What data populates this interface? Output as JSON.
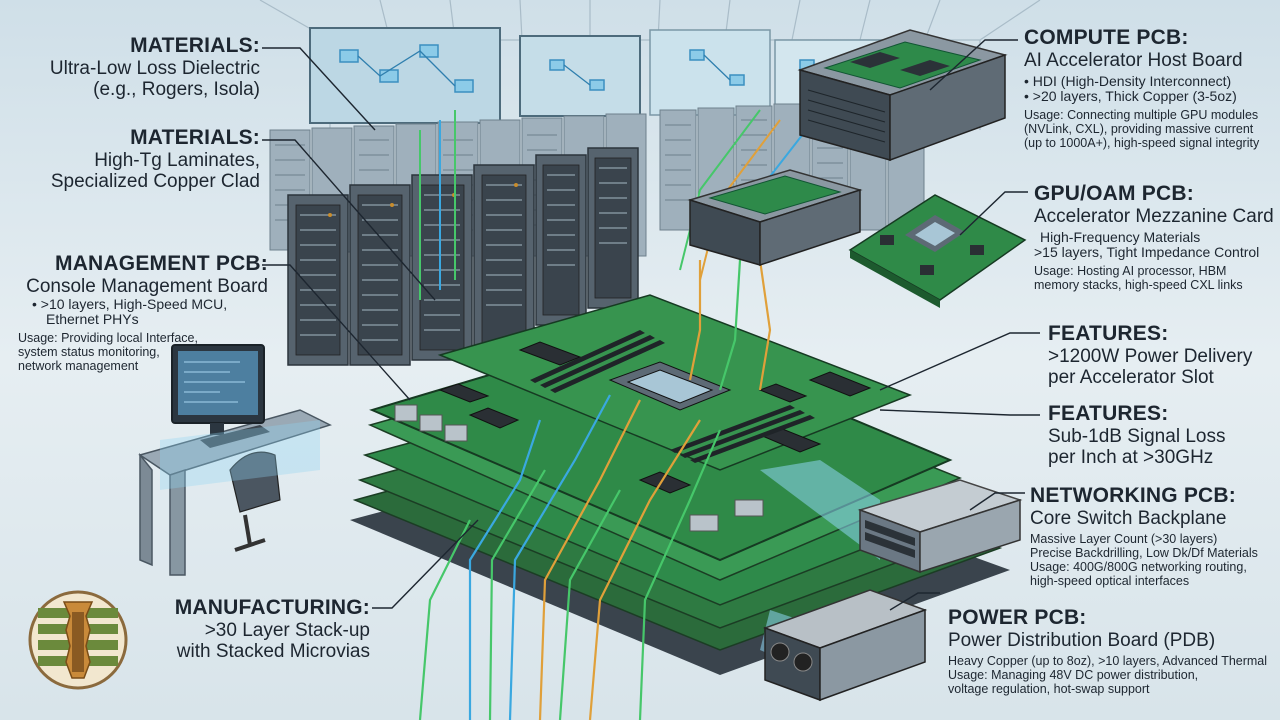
{
  "materials_1": {
    "title": "MATERIALS:",
    "subtitle": "Ultra-Low Loss Dielectric",
    "detail": "(e.g., Rogers, Isola)"
  },
  "materials_2": {
    "title": "MATERIALS:",
    "subtitle": "High-Tg Laminates,",
    "detail": "Specialized Copper Clad"
  },
  "management": {
    "title": "MANAGEMENT PCB:",
    "subtitle": "Console Management Board",
    "lines": [
      "• >10 layers, High-Speed MCU,",
      "Ethernet PHYs",
      "Usage: Providing local Interface,",
      "system status monitoring,",
      "network management"
    ]
  },
  "manufacturing": {
    "title": "MANUFACTURING:",
    "lines": [
      ">30 Layer Stack-up",
      "with Stacked Microvias"
    ]
  },
  "compute": {
    "title": "COMPUTE PCB:",
    "subtitle": "AI Accelerator Host Board",
    "lines": [
      "• HDI (High-Density Interconnect)",
      "• >20 layers, Thick Copper (3-5oz)",
      "Usage: Connecting multiple GPU modules",
      "(NVLink, CXL), providing massive current",
      "(up to 1000A+), high-speed signal integrity"
    ]
  },
  "gpu": {
    "title": "GPU/OAM PCB:",
    "subtitle": "Accelerator Mezzanine Card",
    "lines": [
      "High-Frequency Materials",
      ">15 layers, Tight Impedance Control",
      "Usage: Hosting AI processor, HBM",
      "memory stacks, high-speed CXL links"
    ]
  },
  "features_1": {
    "title": "FEATURES:",
    "lines": [
      ">1200W Power Delivery",
      "per Accelerator Slot"
    ]
  },
  "features_2": {
    "title": "FEATURES:",
    "lines": [
      "Sub-1dB Signal Loss",
      "per Inch at >30GHz"
    ]
  },
  "networking": {
    "title": "NETWORKING PCB:",
    "subtitle": "Core Switch Backplane",
    "lines": [
      "Massive Layer Count (>30 layers)",
      "Precise Backdrilling, Low Dk/Df Materials",
      "Usage: 400G/800G networking routing,",
      "high-speed optical interfaces"
    ]
  },
  "power": {
    "title": "POWER PCB:",
    "subtitle": "Power Distribution Board (PDB)",
    "lines": [
      "Heavy Copper (up to 8oz), >10 layers, Advanced Thermal",
      "Usage: Managing 48V DC power distribution,",
      "voltage regulation, hot-swap support"
    ]
  },
  "colors": {
    "pcb_green": "#2e8a4a",
    "trace_blue": "#3aa8e0",
    "trace_green": "#46c76a",
    "trace_orange": "#e0a03a",
    "server_gray": "#6b7884",
    "background": "#dfe9ef"
  },
  "icons": {
    "microvia": "microvia-cross-section-icon",
    "workstation": "workstation-icon",
    "server": "server-chassis-icon",
    "switch": "network-switch-icon",
    "psu": "power-supply-icon"
  }
}
